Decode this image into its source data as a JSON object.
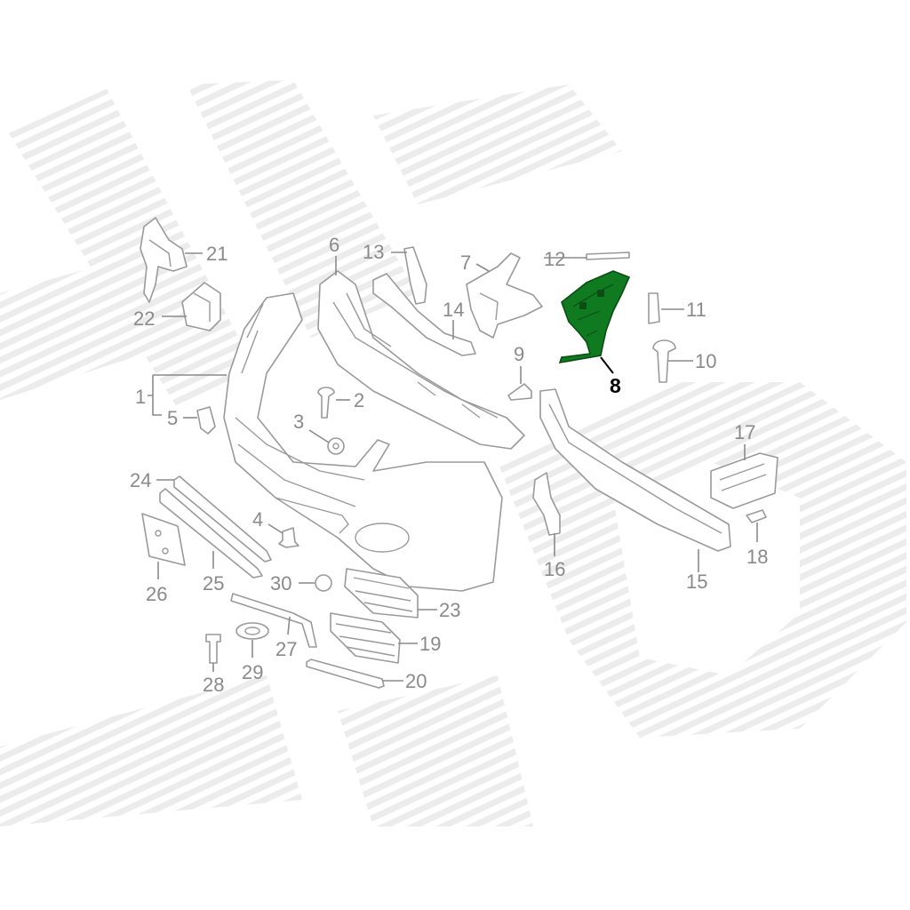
{
  "diagram": {
    "highlight_color": "#0f7a1f",
    "label_color": "#8a8a8a",
    "highlighted_part": "8",
    "callouts": [
      {
        "id": "c1",
        "label": "1"
      },
      {
        "id": "c2",
        "label": "2"
      },
      {
        "id": "c3",
        "label": "3"
      },
      {
        "id": "c4",
        "label": "4"
      },
      {
        "id": "c5",
        "label": "5"
      },
      {
        "id": "c6",
        "label": "6"
      },
      {
        "id": "c7",
        "label": "7"
      },
      {
        "id": "c8",
        "label": "8"
      },
      {
        "id": "c9",
        "label": "9"
      },
      {
        "id": "c10",
        "label": "10"
      },
      {
        "id": "c11",
        "label": "11"
      },
      {
        "id": "c12",
        "label": "12"
      },
      {
        "id": "c13",
        "label": "13"
      },
      {
        "id": "c14",
        "label": "14"
      },
      {
        "id": "c15",
        "label": "15"
      },
      {
        "id": "c16",
        "label": "16"
      },
      {
        "id": "c17",
        "label": "17"
      },
      {
        "id": "c18",
        "label": "18"
      },
      {
        "id": "c19",
        "label": "19"
      },
      {
        "id": "c20",
        "label": "20"
      },
      {
        "id": "c21",
        "label": "21"
      },
      {
        "id": "c22",
        "label": "22"
      },
      {
        "id": "c23",
        "label": "23"
      },
      {
        "id": "c24",
        "label": "24"
      },
      {
        "id": "c25",
        "label": "25"
      },
      {
        "id": "c26",
        "label": "26"
      },
      {
        "id": "c27",
        "label": "27"
      },
      {
        "id": "c28",
        "label": "28"
      },
      {
        "id": "c29",
        "label": "29"
      },
      {
        "id": "c30",
        "label": "30"
      }
    ]
  }
}
